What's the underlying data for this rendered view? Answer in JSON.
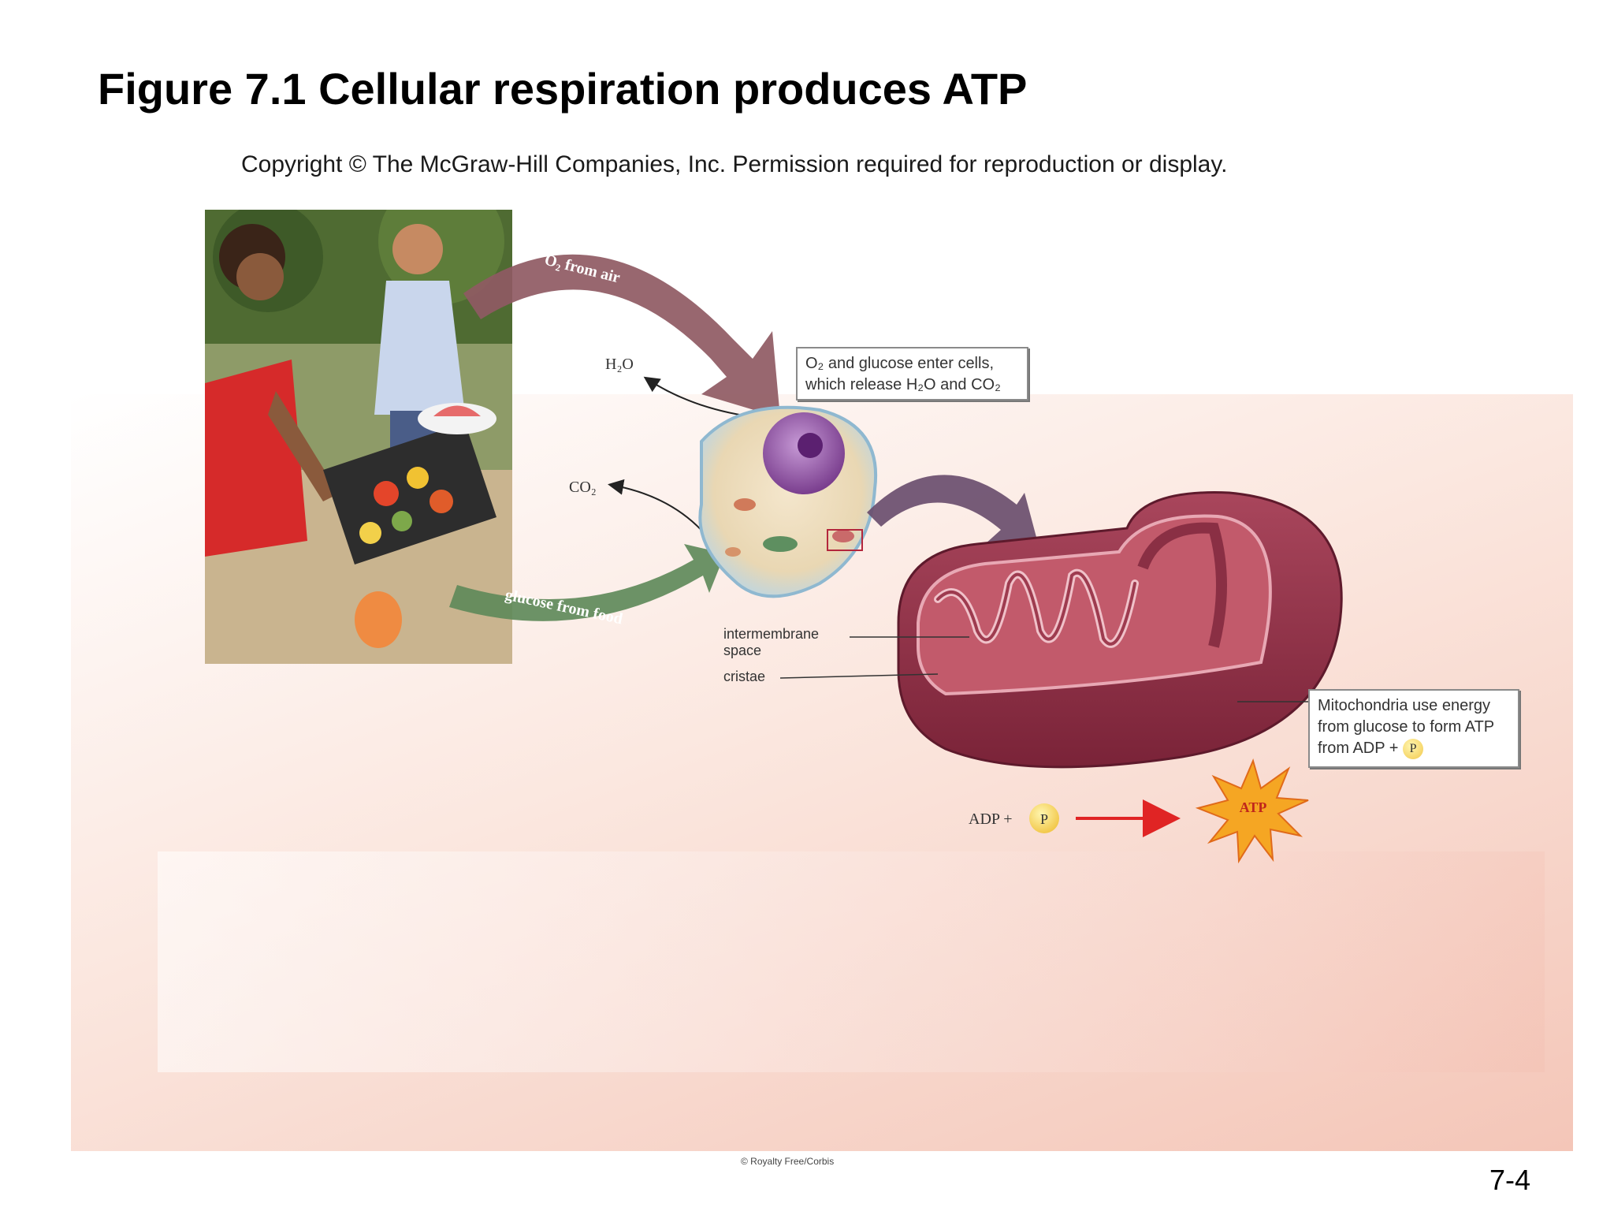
{
  "title": "Figure 7.1 Cellular respiration produces ATP",
  "copyright": "Copyright © The McGraw-Hill Companies, Inc. Permission required for reproduction or display.",
  "photo": {
    "description_icon": "picnic-barbecue-photo"
  },
  "arrows": {
    "o2_label": "O₂ from air",
    "glucose_label": "glucose from food"
  },
  "products": {
    "h2o": "H₂O",
    "co2": "CO₂"
  },
  "callouts": {
    "cell_box_line1": "O₂ and glucose enter cells,",
    "cell_box_line2": "which release H₂O and CO₂",
    "mito_box_line1": "Mitochondria use energy",
    "mito_box_line2": "from glucose to form ATP",
    "mito_box_line3": "from ADP + ",
    "mito_box_p": "P"
  },
  "mito_labels": {
    "intermembrane_line1": "intermembrane",
    "intermembrane_line2": "space",
    "cristae": "cristae"
  },
  "reaction": {
    "adp": "ADP + ",
    "p": "P",
    "atp": "ATP"
  },
  "credit": "© Royalty Free/Corbis",
  "slide_number": "7-4",
  "colors": {
    "o2_arrow": "#8f5a63",
    "glucose_arrow": "#5f8a5a",
    "cell_arrow": "#6a4e6e",
    "reaction_arrow": "#e02424",
    "mito_outer": "#8b2f45",
    "mito_inner": "#b24a5c",
    "atp_star": "#f5a623"
  }
}
